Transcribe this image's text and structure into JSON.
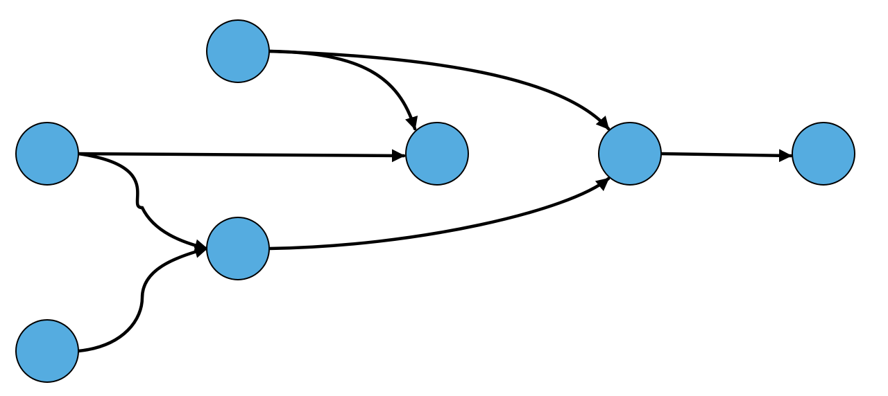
{
  "diagram": {
    "type": "directed-graph",
    "colors": {
      "node_fill": "#55ACE0",
      "node_stroke": "#000000",
      "edge": "#000000",
      "background": "#FFFFFF"
    },
    "nodes": [
      {
        "id": "n1",
        "label": ""
      },
      {
        "id": "n2",
        "label": ""
      },
      {
        "id": "n3",
        "label": ""
      },
      {
        "id": "n4",
        "label": ""
      },
      {
        "id": "n5",
        "label": ""
      },
      {
        "id": "n6",
        "label": ""
      },
      {
        "id": "n7",
        "label": ""
      }
    ],
    "edges": [
      {
        "from": "n1",
        "to": "n4"
      },
      {
        "from": "n1",
        "to": "n6"
      },
      {
        "from": "n2",
        "to": "n4"
      },
      {
        "from": "n2",
        "to": "n5"
      },
      {
        "from": "n3",
        "to": "n5"
      },
      {
        "from": "n5",
        "to": "n6"
      },
      {
        "from": "n6",
        "to": "n7"
      }
    ]
  }
}
